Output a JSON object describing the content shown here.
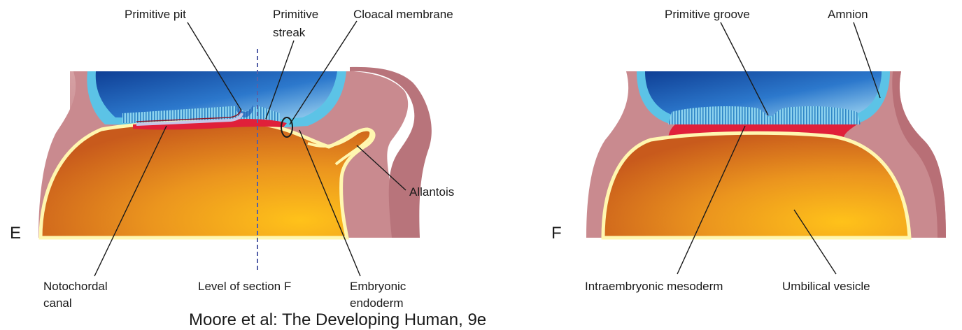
{
  "panels": [
    {
      "letter": "E",
      "labels": {
        "primitive_pit": "Primitive pit",
        "primitive_streak_line1": "Primitive",
        "primitive_streak_line2": "streak",
        "cloacal_membrane": "Cloacal membrane",
        "allantois": "Allantois",
        "notochordal_canal_line1": "Notochordal",
        "notochordal_canal_line2": "canal",
        "level_of_section": "Level of section F",
        "embryonic_endoderm_line1": "Embryonic",
        "embryonic_endoderm_line2": "endoderm"
      }
    },
    {
      "letter": "F",
      "labels": {
        "primitive_groove": "Primitive groove",
        "amnion": "Amnion",
        "intraembryonic_mesoderm": "Intraembryonic mesoderm",
        "umbilical_vesicle": "Umbilical vesicle"
      }
    }
  ],
  "credit": "Moore et al: The Developing Human, 9e",
  "colors": {
    "ectoderm_blue": "#1f5fb8",
    "amnion_cyan": "#5cc3e6",
    "mesoderm_red": "#e0203a",
    "yolk_orange": "#e8901e",
    "wall_pink": "#c98a8f",
    "endoderm_yellow": "#fff7b0"
  }
}
